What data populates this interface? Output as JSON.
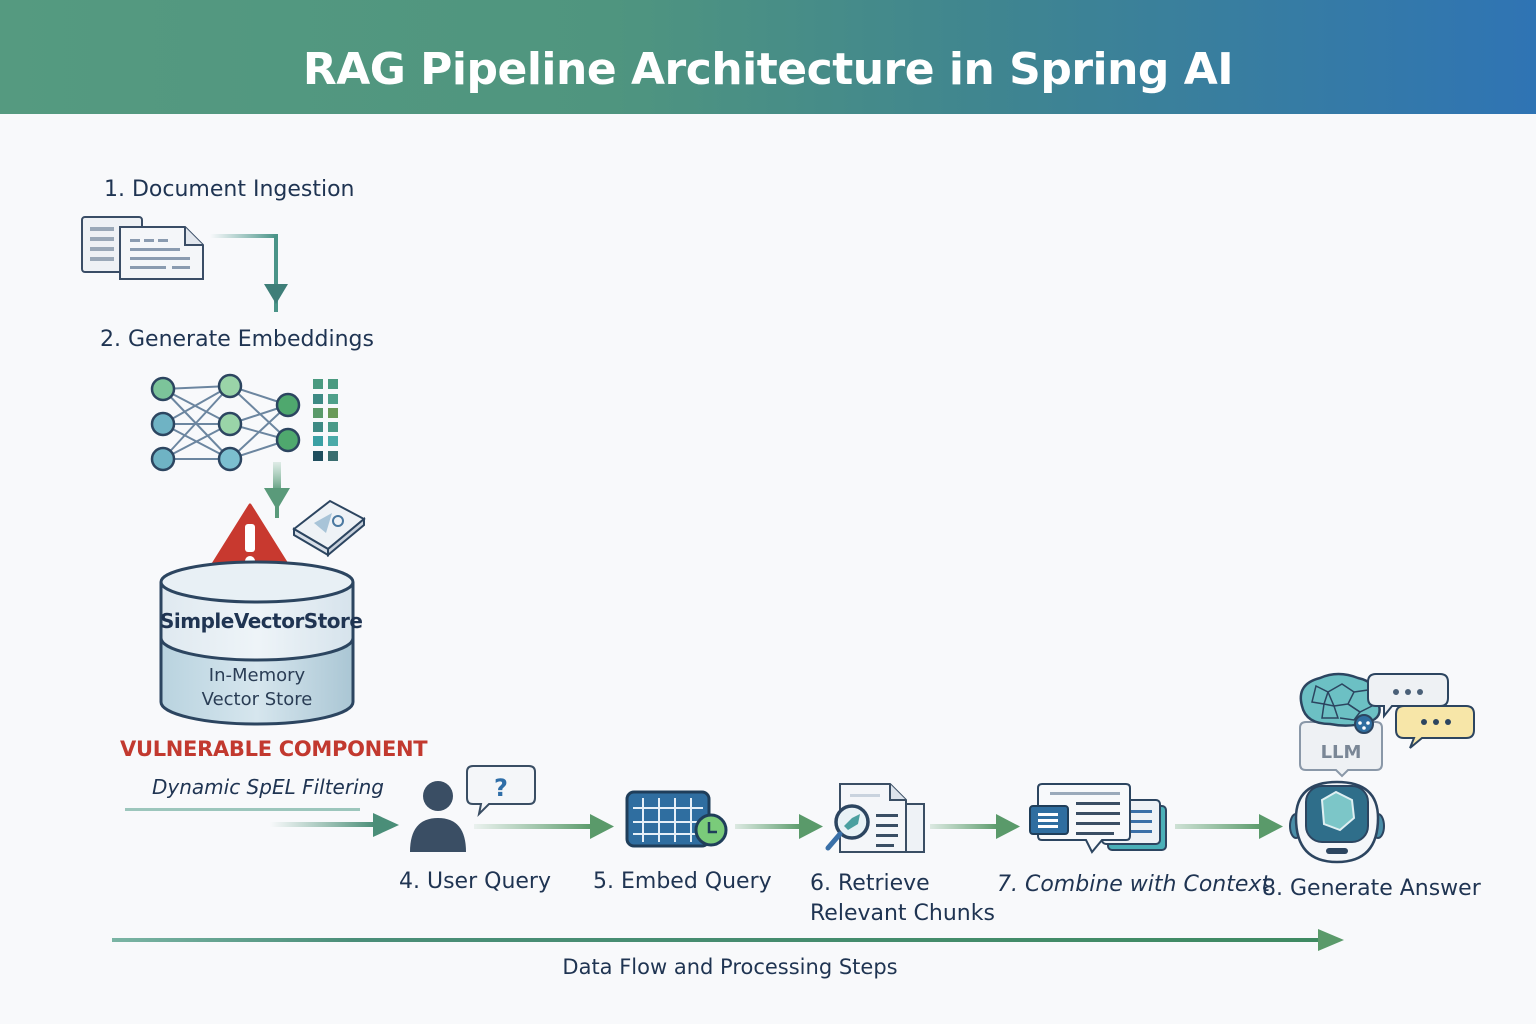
{
  "title": "RAG Pipeline Architecture in Spring AI",
  "steps": {
    "ingestion": "1. Document Ingestion",
    "embeddings": "2. Generate Embeddings",
    "user_query": "4. User Query",
    "embed_query": "5. Embed Query",
    "retrieve_line1": "6. Retrieve",
    "retrieve_line2": "Relevant Chunks",
    "combine": "7. Combine with Context",
    "generate": "8. Generate Answer"
  },
  "vector_store": {
    "name": "SimpleVectorStore",
    "subtitle_line1": "In-Memory",
    "subtitle_line2": "Vector Store",
    "warning": "VULNERABLE COMPONENT",
    "note": "Dynamic SpEL Filtering"
  },
  "llm": {
    "label": "LLM",
    "bubble_text": "..."
  },
  "user_query_bubble": "?",
  "footer": "Data Flow and Processing Steps",
  "colors": {
    "header_start": "#559a80",
    "header_end": "#2f74b4",
    "text": "#1f3452",
    "warning": "#c2392f",
    "arrow": "#5a9a6a",
    "teal": "#3e8a84"
  }
}
